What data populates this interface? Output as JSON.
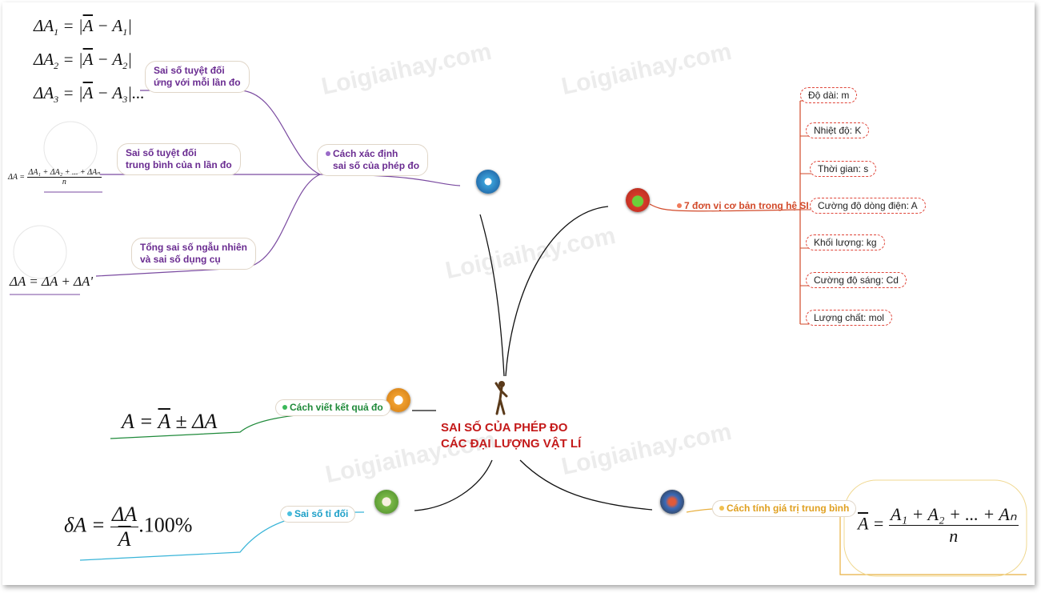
{
  "center": {
    "line1": "SAI SỐ CỦA PHÉP ĐO",
    "line2": "CÁC ĐẠI LƯỢNG VẬT LÍ"
  },
  "branches": {
    "determine": {
      "label_line1": "Cách xác định",
      "label_line2": "sai số của phép đo",
      "sub": [
        {
          "line1": "Sai số tuyệt đối",
          "line2": "ứng với mỗi lần đo"
        },
        {
          "line1": "Sai số tuyệt đối",
          "line2": "trung bình của n lần đo"
        },
        {
          "line1": "Tổng sai số ngẫu nhiên",
          "line2": "và sai số dụng cụ"
        }
      ]
    },
    "si_units": {
      "label": "7 đơn vị cơ bản trong hệ SI",
      "items": [
        "Độ dài: m",
        "Nhiệt độ: K",
        "Thời gian: s",
        "Cường độ dòng điện: A",
        "Khối lượng: kg",
        "Cường độ sáng: Cd",
        "Lượng chất: mol"
      ]
    },
    "write_result": {
      "label": "Cách viết kết quả đo"
    },
    "relative_error": {
      "label": "Sai số tỉ đối"
    },
    "average": {
      "label": "Cách tính giá trị trung bình"
    }
  },
  "formulas": {
    "f1_left": "ΔA",
    "f1_sub": "1",
    "f1_mid": " = |",
    "f1_bar": "A",
    "f1_right": " − A",
    "f1_sub2": "1",
    "f1_end": "|",
    "f2_left": "ΔA",
    "f2_sub": "2",
    "f2_mid": " = |",
    "f2_bar": "A",
    "f2_right": " − A",
    "f2_sub2": "2",
    "f2_end": "|",
    "f3_left": "ΔA",
    "f3_sub": "3",
    "f3_mid": " = |",
    "f3_bar": "A",
    "f3_right": " − A",
    "f3_sub2": "3",
    "f3_end": "|...",
    "mean_abs_lhs": "ΔA =",
    "mean_abs_num": "ΔA₁ + ΔA₂ + ... + ΔAₙ",
    "mean_abs_den": "n",
    "total_error": "ΔA = ΔA + ΔA'",
    "result_lhs": "A = ",
    "result_bar": "A",
    "result_rhs": " ± ΔA",
    "rel_lhs": "δA = ",
    "rel_num": "ΔA",
    "rel_den": "A",
    "rel_tail": ".100%",
    "avg_lhs": "A",
    "avg_eq": " = ",
    "avg_num": "A₁ + A₂ + ... + Aₙ",
    "avg_den": "n"
  },
  "watermark": "Loigiaihay.com",
  "colors": {
    "purple": "#6a2c91",
    "green": "#1f8a3a",
    "blue": "#1ea0c8",
    "orange": "#e0a020",
    "red": "#d24a2a",
    "center": "#c41a1a"
  }
}
